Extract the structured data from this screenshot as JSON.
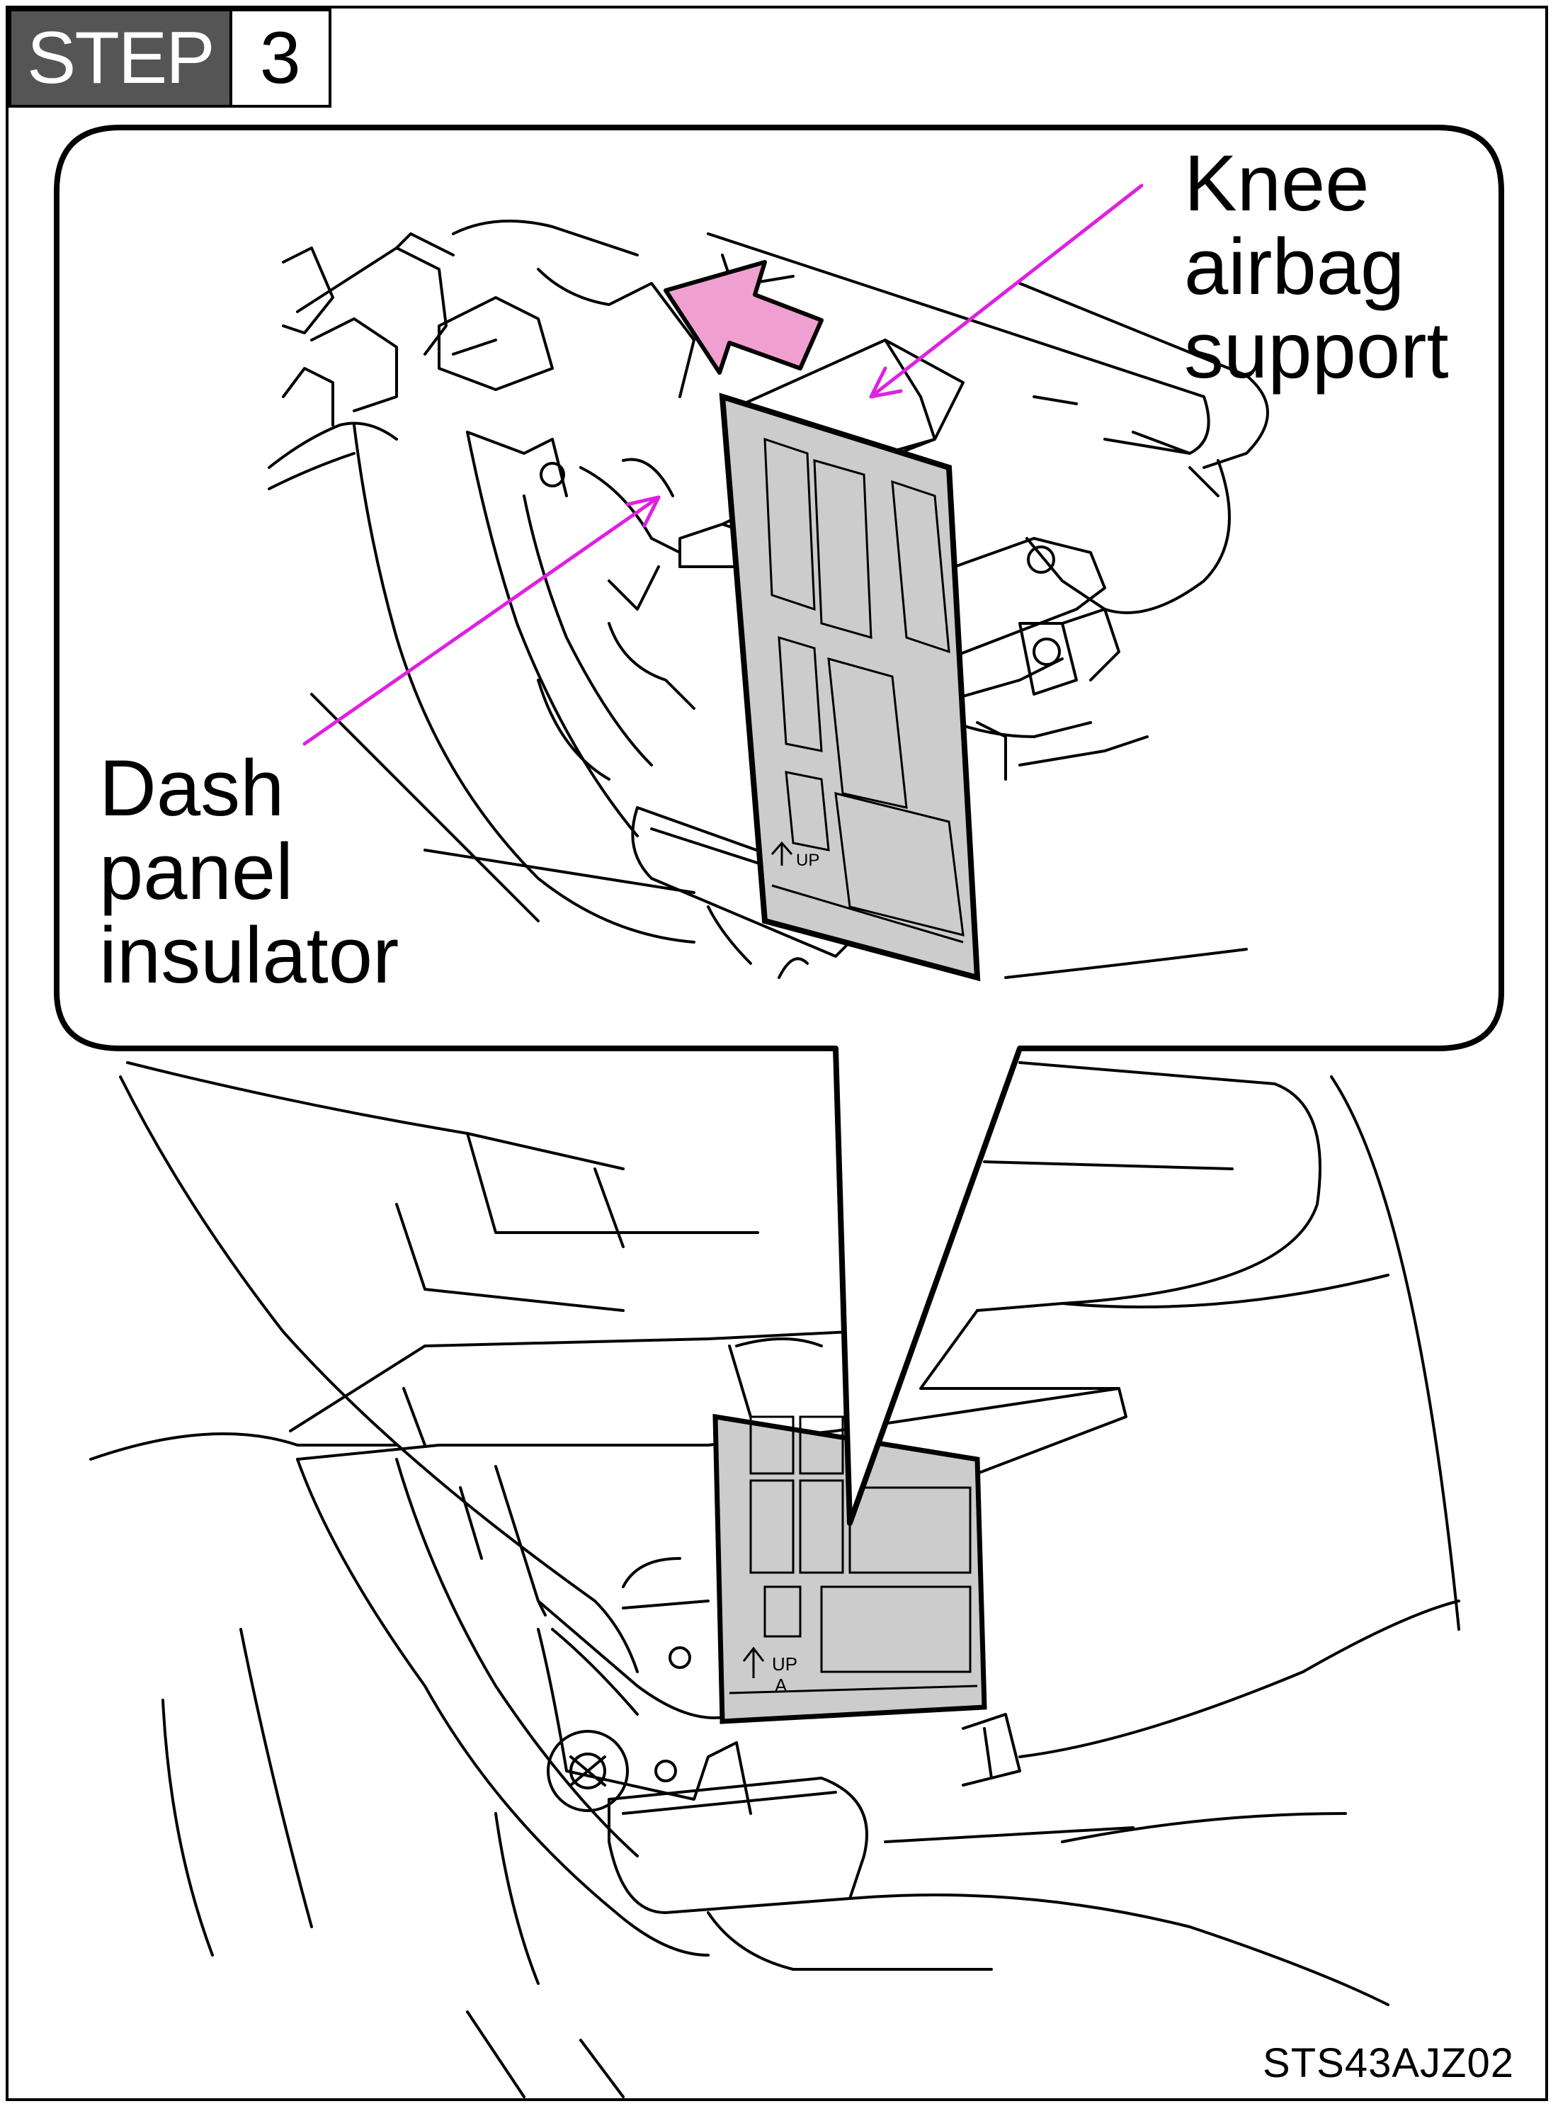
{
  "step": {
    "word": "STEP",
    "number": "3"
  },
  "labels": {
    "knee_airbag_support": "Knee\nairbag\nsupport",
    "dash_panel_insulator": "Dash\npanel\ninsulator"
  },
  "reference_code": "STS43AJZ02",
  "filter_marks": {
    "inset": "UP",
    "main_up": "UP",
    "main_a": "A"
  },
  "colors": {
    "leader_lines": "#e020e0",
    "direction_arrow": "#f0a0d0",
    "filter_fill": "#cccccc",
    "step_bg": "#555555"
  },
  "icons": [
    "direction-arrow-icon"
  ]
}
